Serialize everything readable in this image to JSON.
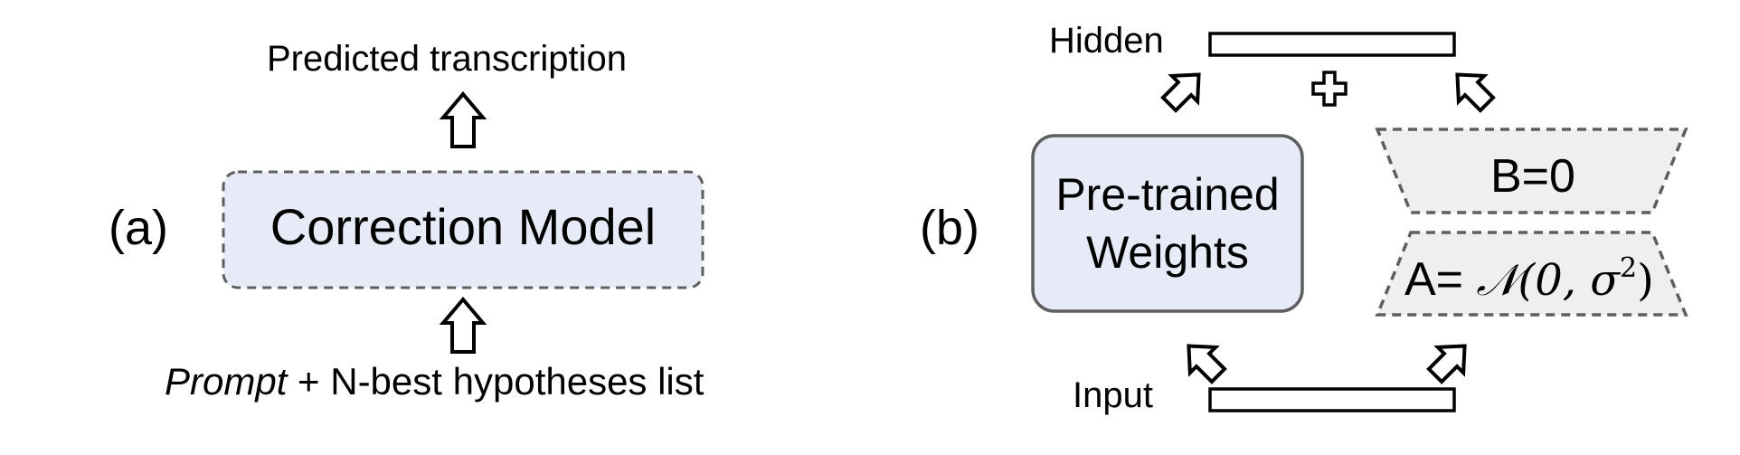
{
  "panel_a": {
    "label": "(a)",
    "output_label": "Predicted transcription",
    "model_label": "Correction Model",
    "input_prompt": "Prompt",
    "input_rest": " + N-best hypotheses list",
    "model_fill": "#e6ebf7",
    "model_border": "#5f5f5f"
  },
  "panel_b": {
    "label": "(b)",
    "hidden_label": "Hidden",
    "input_label": "Input",
    "pretrained_line1": "Pre-trained",
    "pretrained_line2": "Weights",
    "b_label": "B=0",
    "a_label_prefix": "A= ",
    "a_label_math": "𝒩(0, σ",
    "a_label_exp": "2",
    "a_label_close": ")",
    "pretrained_fill": "#e6ebf7",
    "lora_fill": "#efefef",
    "plus_icon": "plus-icon",
    "arrow_icon": "hollow-arrow-icon"
  }
}
